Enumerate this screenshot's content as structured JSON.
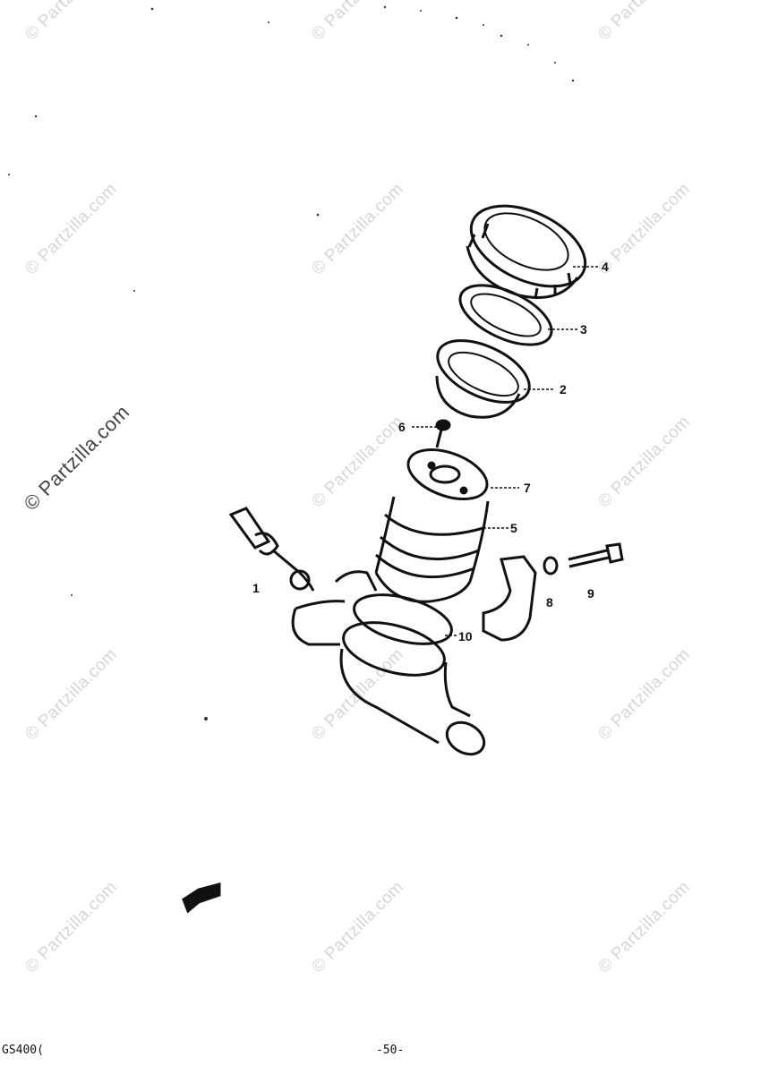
{
  "watermark": "© Partzilla.com",
  "callouts": [
    "1",
    "2",
    "3",
    "4",
    "5",
    "6",
    "7",
    "8",
    "9",
    "10"
  ],
  "footer": {
    "model": "GS400(",
    "page": "-50-"
  }
}
